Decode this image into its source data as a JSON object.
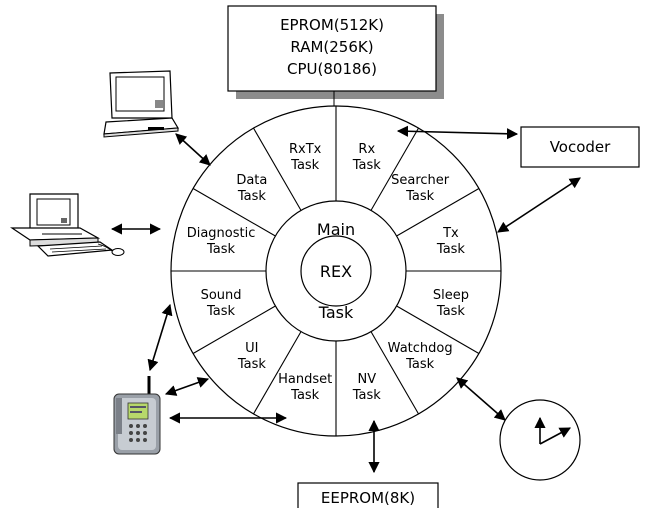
{
  "hardware_box": {
    "line1": "EPROM(512K)",
    "line2": "RAM(256K)",
    "line3": "CPU(80186)"
  },
  "vocoder": {
    "label": "Vocoder"
  },
  "eeprom": {
    "label": "EEPROM(8K)"
  },
  "core": {
    "main": "Main",
    "rex": "REX",
    "task": "Task"
  },
  "tasks": [
    {
      "line1": "Rx",
      "line2": "Task"
    },
    {
      "line1": "Searcher",
      "line2": "Task"
    },
    {
      "line1": "Tx",
      "line2": "Task"
    },
    {
      "line1": "Sleep",
      "line2": "Task"
    },
    {
      "line1": "Watchdog",
      "line2": "Task"
    },
    {
      "line1": "NV",
      "line2": "Task"
    },
    {
      "line1": "Handset",
      "line2": "Task"
    },
    {
      "line1": "UI",
      "line2": "Task"
    },
    {
      "line1": "Sound",
      "line2": "Task"
    },
    {
      "line1": "Diagnostic",
      "line2": "Task"
    },
    {
      "line1": "Data",
      "line2": "Task"
    },
    {
      "line1": "RxTx",
      "line2": "Task"
    }
  ],
  "icons": [
    "laptop-icon",
    "desktop-computer-icon",
    "handset-phone-icon",
    "clock-icon"
  ]
}
